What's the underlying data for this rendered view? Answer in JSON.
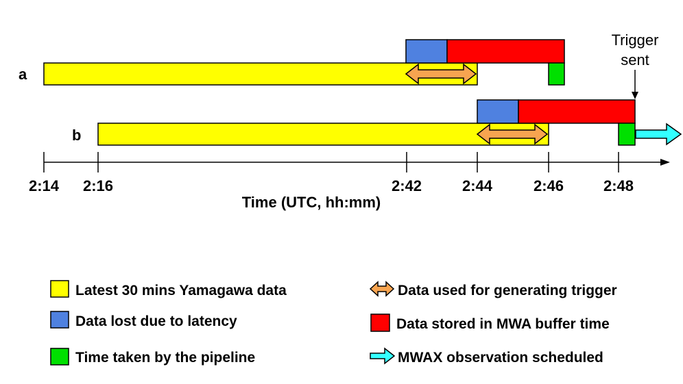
{
  "rows": [
    {
      "label": "a",
      "segments": [
        {
          "kind": "yamagawa",
          "start": "2:14",
          "end": "2:44"
        },
        {
          "kind": "latency",
          "start": "2:42",
          "end": "2:43"
        },
        {
          "kind": "buffer",
          "start": "2:43",
          "end": "2:46.4"
        },
        {
          "kind": "pipeline",
          "start": "2:46",
          "end": "2:46.4"
        },
        {
          "kind": "trigger-range",
          "start": "2:42",
          "end": "2:44"
        }
      ]
    },
    {
      "label": "b",
      "segments": [
        {
          "kind": "yamagawa",
          "start": "2:16",
          "end": "2:46"
        },
        {
          "kind": "latency",
          "start": "2:44",
          "end": "2:45"
        },
        {
          "kind": "buffer",
          "start": "2:45",
          "end": "2:48.4"
        },
        {
          "kind": "pipeline",
          "start": "2:48",
          "end": "2:48.4"
        },
        {
          "kind": "trigger-range",
          "start": "2:44",
          "end": "2:46"
        },
        {
          "kind": "observation",
          "start": "2:48.4",
          "end": "2:49.8"
        }
      ]
    }
  ],
  "axis": {
    "title": "Time (UTC, hh:mm)",
    "ticks": [
      "2:14",
      "2:16",
      "2:42",
      "2:44",
      "2:46",
      "2:48"
    ]
  },
  "annotation": {
    "line1": "Trigger",
    "line2": "sent",
    "time": "2:48.4"
  },
  "legend": {
    "yamagawa": "Latest 30 mins Yamagawa data",
    "latency": "Data lost due to latency",
    "pipeline": "Time taken by the pipeline",
    "trigger": "Data used for generating trigger",
    "buffer": "Data stored in MWA buffer time",
    "observation": "MWAX observation scheduled"
  },
  "colors": {
    "yamagawa": "#ffff00",
    "latency": "#4f81e0",
    "buffer": "#ff0000",
    "pipeline": "#00e000",
    "trigger": "#f7a450",
    "observation": "#33ffff"
  }
}
